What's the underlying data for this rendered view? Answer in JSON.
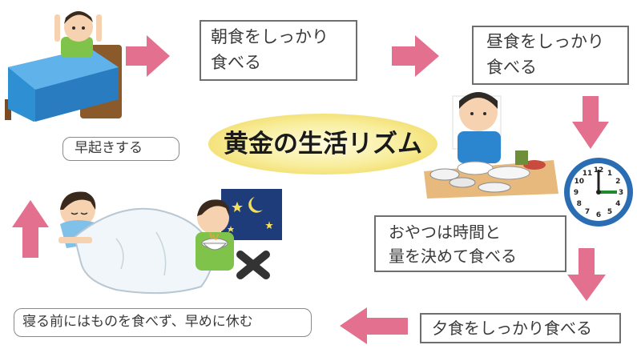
{
  "title": "黄金の生活リズム",
  "steps": {
    "wake": "早起きする",
    "breakfast": "朝食をしっかり\n食べる",
    "lunch": "昼食をしっかり\n食べる",
    "snack": "おやつは時間と\n量を決めて食べる",
    "dinner": "夕食をしっかり食べる",
    "sleep": "寝る前にはものを食べず、早めに休む"
  },
  "colors": {
    "arrow": "#e4708f",
    "title_fill": "#fbf3b5",
    "clock_face": "#2a6db3"
  },
  "clock": {
    "numbers": [
      "12",
      "1",
      "2",
      "3",
      "4",
      "5",
      "6",
      "7",
      "8",
      "9",
      "10",
      "11"
    ]
  }
}
